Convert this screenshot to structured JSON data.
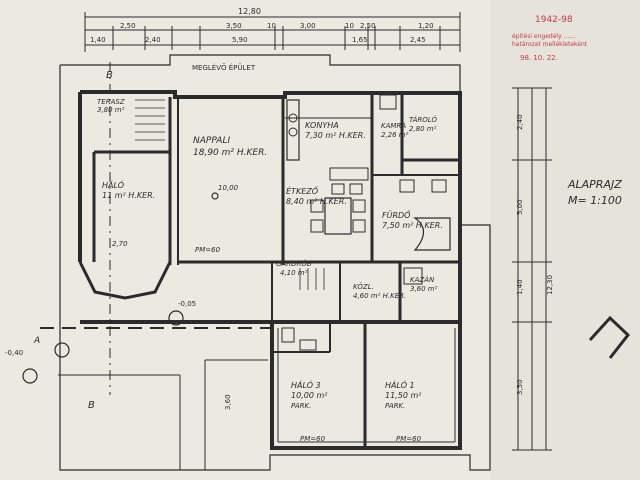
{
  "labels": {
    "neighbor": "MEGLÉVŐ ÉPÜLET",
    "height": "10,00",
    "w_bed": "2,70",
    "window_3": "PM=60",
    "window_1": "PM=60",
    "window_living": "PM=60"
  },
  "dims": {
    "overall": "12,80",
    "top": [
      "2,50",
      "3,50",
      "10",
      "3,00",
      "10",
      "2,50",
      "1,20"
    ],
    "middle": [
      "1,40",
      "2,40",
      "5,90",
      "1,65",
      "2,45"
    ],
    "right": [
      "2,40",
      "5,00",
      "1,40",
      "3,50",
      "12,30"
    ],
    "left_lower": "3,60"
  },
  "rooms": [
    {
      "label": "TERASZ",
      "area": "3,80 m²"
    },
    {
      "label": "NAPPALI",
      "area": "18,90 m² H.KER."
    },
    {
      "label": "KONYHA",
      "area": "7,30 m² H.KER."
    },
    {
      "label": "KAMRA",
      "area": "2,26 m²"
    },
    {
      "label": "TÁROLÓ",
      "area": "2,80 m²"
    },
    {
      "label": "HÁLÓ",
      "area": "11 m² H.KER."
    },
    {
      "label": "ÉTKEZŐ",
      "area": "8,40 m² H.KER."
    },
    {
      "label": "FÜRDŐ",
      "area": "7,50 m² H.KER."
    },
    {
      "label": "GARDRÓB",
      "area": "4,10 m²"
    },
    {
      "label": "KÖZL.",
      "area": "4,60 m² H.KER."
    },
    {
      "label": "KAZÁN",
      "area": "3,60 m²"
    },
    {
      "label": "HÁLÓ 3",
      "area": "10,00 m²",
      "floor": "PARK."
    },
    {
      "label": "HÁLÓ 1",
      "area": "11,50 m²",
      "floor": "PARK."
    }
  ],
  "markers": {
    "a_left": "A",
    "b_top": "B",
    "b_bottom": "B",
    "level_outside": "-0,40",
    "level_entry": "-0,05"
  },
  "title": {
    "name": "ALAPRAJZ",
    "scale": "M= 1:100"
  },
  "stamp": {
    "ref": "1942-98",
    "line1": "építési engedély ......",
    "line2": "határozat mellékleteként",
    "line3": "98. 10. 22."
  },
  "colors": {
    "paper": "#ece9e1",
    "ink": "#2b2b2b",
    "stamp": "#c23b4a"
  }
}
